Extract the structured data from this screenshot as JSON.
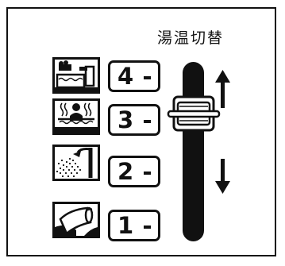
{
  "panel": {
    "title": "湯温切替"
  },
  "levels": [
    {
      "label": "4",
      "icon": "bathtub-tap-icon"
    },
    {
      "label": "3",
      "icon": "bathing-person-icon"
    },
    {
      "label": "2",
      "icon": "shower-icon"
    },
    {
      "label": "1",
      "icon": "basin-pour-icon"
    }
  ],
  "lever": {
    "up_icon": "arrow-up-icon",
    "down_icon": "arrow-down-icon",
    "current_level": 3
  }
}
